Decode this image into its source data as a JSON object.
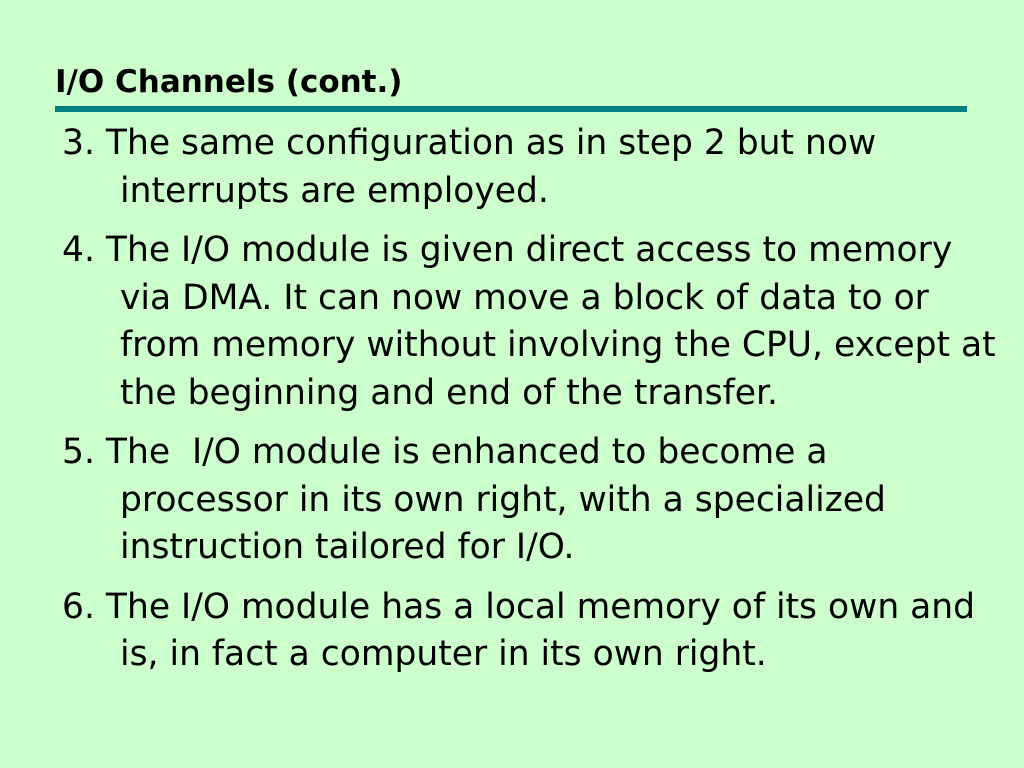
{
  "slide": {
    "title": "I/O Channels (cont.)",
    "points": [
      {
        "number": "3.",
        "text": "The same configuration as in step 2 but now interrupts are employed."
      },
      {
        "number": "4.",
        "text": "The I/O module is given direct access to memory via DMA. It can now move a block of data to or from memory without involving the CPU, except at the beginning and end of the transfer."
      },
      {
        "number": "5.",
        "text": "The  I/O module is enhanced to become a processor in its own right, with a specialized instruction tailored for I/O."
      },
      {
        "number": "6.",
        "text": "The I/O module has a local memory of its own and is, in fact a computer in its own right."
      }
    ]
  },
  "colors": {
    "background": "#ccffcc",
    "title_rule": "#008080",
    "text": "#000000"
  }
}
